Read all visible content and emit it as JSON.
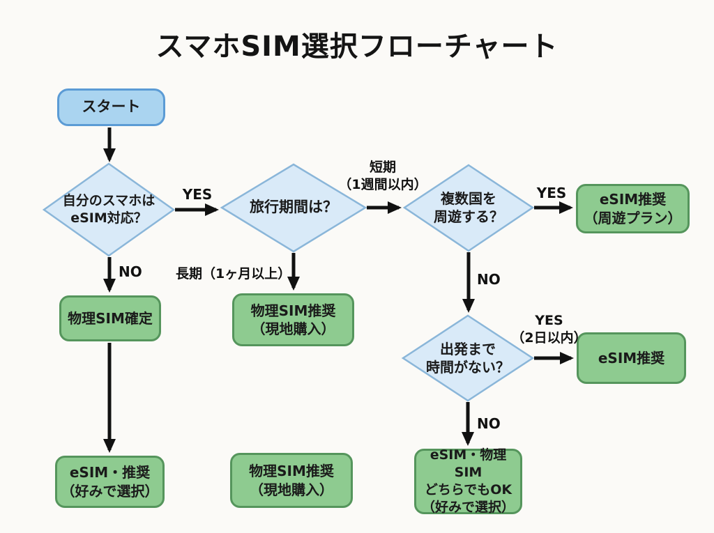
{
  "title": "スマホSIM選択フローチャート",
  "colors": {
    "background": "#fbfaf7",
    "start_fill": "#aad4f0",
    "start_border": "#5b9bd5",
    "diamond_fill": "#d9eaf8",
    "diamond_border": "#8ab6d9",
    "result_fill": "#8ecb90",
    "result_border": "#55955c",
    "arrow": "#111111",
    "text": "#1a1a1a"
  },
  "nodes": {
    "start": {
      "label": "スタート"
    },
    "q_esim_support": {
      "label": "自分のスマホは\neSIM対応？"
    },
    "q_travel_period": {
      "label": "旅行期間は？"
    },
    "q_multi_country": {
      "label": "複数国を\n周遊する？"
    },
    "q_no_time": {
      "label": "出発まで\n時間がない？"
    },
    "r_physical_fixed": {
      "label": "物理SIM確定"
    },
    "r_physical_local_top": {
      "label": "物理SIM推奨\n（現地購入）"
    },
    "r_esim_tour_plan": {
      "label": "eSIM推奨\n（周遊プラン）"
    },
    "r_esim": {
      "label": "eSIM推奨"
    },
    "r_esim_preference": {
      "label": "eSIM・推奨\n（好みで選択）"
    },
    "r_physical_local_bottom": {
      "label": "物理SIM推奨\n（現地購入）"
    },
    "r_either_ok": {
      "label": "eSIM・物理SIM\nどちらでもOK\n（好みで選択）"
    }
  },
  "edge_labels": {
    "yes_esim_support": "YES",
    "no_esim_support": "NO",
    "short_term": "短期\n（1週間以内）",
    "long_term": "長期（1ヶ月以上）",
    "yes_multi_country": "YES",
    "no_multi_country": "NO",
    "yes_no_time": "YES\n（2日以内）",
    "no_no_time": "NO"
  }
}
